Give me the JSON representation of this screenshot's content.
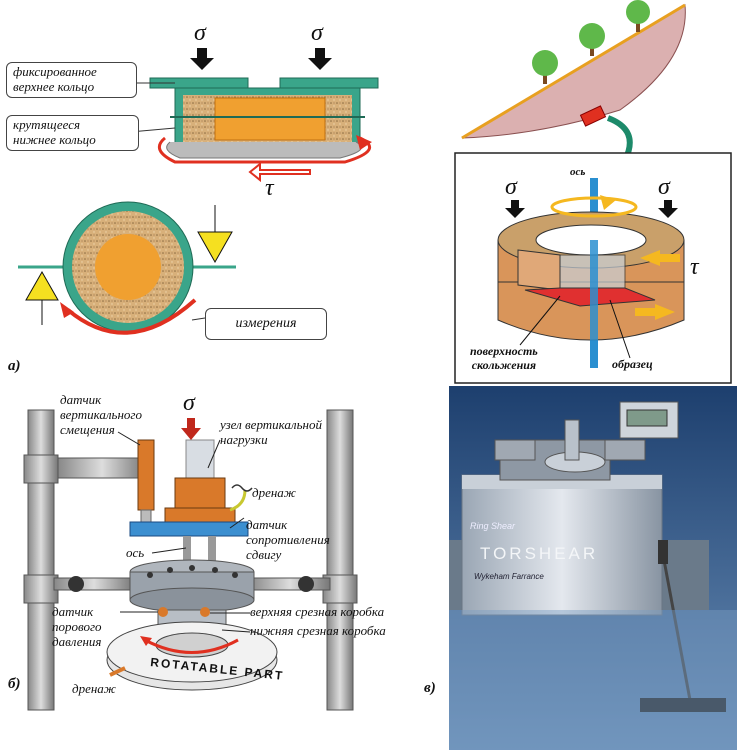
{
  "panel_a": {
    "sigma_left": "σ",
    "sigma_right": "σ",
    "tau": "τ",
    "fixed_ring_line1": "фиксированное",
    "fixed_ring_line2": "верхнее кольцо",
    "rotating_ring_line1": "крутящееся",
    "rotating_ring_line2": "нижнее кольцо",
    "measurements": "измерения",
    "panel_letter": "а)"
  },
  "panel_slope": {
    "sigma_left": "σ",
    "sigma_right": "σ",
    "tau": "τ",
    "axis": "ось",
    "slip_surface_line1": "поверхность",
    "slip_surface_line2": "скольжения",
    "sample": "образец"
  },
  "panel_b": {
    "sigma": "σ",
    "vertical_disp_line1": "датчик",
    "vertical_disp_line2": "вертикального",
    "vertical_disp_line3": "смещения",
    "vertical_load_line1": "узел вертикальной",
    "vertical_load_line2": "нагрузки",
    "drainage_top": "дренаж",
    "shear_sensor_line1": "датчик",
    "shear_sensor_line2": "сопротивления",
    "shear_sensor_line3": "сдвигу",
    "axis": "ось",
    "pore_line1": "датчик",
    "pore_line2": "порового",
    "pore_line3": "давления",
    "upper_box": "верхняя срезная коробка",
    "lower_box": "нижняя срезная коробка",
    "drainage_bottom": "дренаж",
    "rotatable": "ROTATABLE PART",
    "panel_letter": "б)"
  },
  "panel_c": {
    "ring_shear_label": "Ring Shear",
    "torshear_label": "TORSHEAR",
    "maker_label": "Wykeham Farrance",
    "panel_letter": "в)"
  },
  "colors": {
    "teal_ring": "#3aa58a",
    "sand": "#d9b98a",
    "sample_orange": "#f0a030",
    "red_arrow": "#e03020",
    "yellow_marker": "#f5e020",
    "slope_fill": "#dbb0b0",
    "axis_blue": "#2a8fd0"
  }
}
